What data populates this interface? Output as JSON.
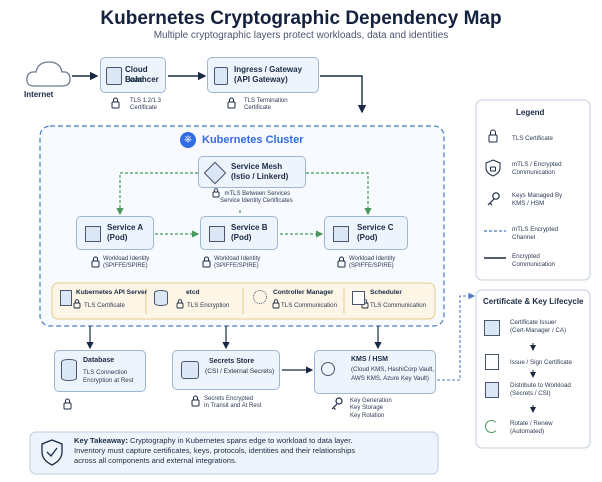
{
  "title": "Kubernetes Cryptographic Dependency Map",
  "subtitle": "Multiple cryptographic layers protect workloads, data and identities",
  "internet": "Internet",
  "edge": {
    "lb": {
      "title_1": "Cloud Load",
      "title_2": "Balancer",
      "note_1": "TLS 1.2/1.3",
      "note_2": "Certificate"
    },
    "ingress": {
      "title_1": "Ingress / Gateway",
      "title_2": "(API Gateway)",
      "note_1": "TLS Termination",
      "note_2": "Certificate"
    }
  },
  "cluster": {
    "title": "Kubernetes Cluster",
    "mesh": {
      "title_1": "Service Mesh",
      "title_2": "(Istio / Linkerd)",
      "note_1": "mTLS Between Services",
      "note_2": "Service Identity Certificates"
    },
    "services": [
      {
        "title_1": "Service A",
        "title_2": "(Pod)",
        "note_1": "Workload Identity",
        "note_2": "(SPIFFE/SPIRE)"
      },
      {
        "title_1": "Service B",
        "title_2": "(Pod)",
        "note_1": "Workload Identity",
        "note_2": "(SPIFFE/SPIRE)"
      },
      {
        "title_1": "Service C",
        "title_2": "(Pod)",
        "note_1": "Workload Identity",
        "note_2": "(SPIFFE/SPIRE)"
      }
    ],
    "control_plane": [
      {
        "title": "Kubernetes API Server",
        "note": "TLS Certificate"
      },
      {
        "title": "etcd",
        "note": "TLS Encryption"
      },
      {
        "title": "Controller Manager",
        "note": "TLS Communication"
      },
      {
        "title": "Scheduler",
        "note": "TLS Communication"
      }
    ]
  },
  "stores": {
    "database": {
      "title": "Database",
      "note_1": "TLS Connection",
      "note_2": "Encryption at Rest"
    },
    "secrets": {
      "title_1": "Secrets Store",
      "title_2": "(CSI / External Secrets)",
      "note_1": "Secrets Encrypted",
      "note_2": "In Transit and At Rest"
    },
    "kms": {
      "title": "KMS / HSM",
      "sub_1": "(Cloud KMS, HashiCorp Vault,",
      "sub_2": "AWS KMS, Azure Key Vault)",
      "note_1": "Key Generation",
      "note_2": "Key Storage",
      "note_3": "Key Rotation"
    }
  },
  "legend": {
    "title": "Legend",
    "items": [
      {
        "label_1": "TLS Certificate",
        "label_2": ""
      },
      {
        "label_1": "mTLS / Encrypted",
        "label_2": "Communication"
      },
      {
        "label_1": "Keys Managed By",
        "label_2": "KMS / HSM"
      },
      {
        "label_1": "mTLS Encrypted",
        "label_2": "Channel"
      },
      {
        "label_1": "Encrypted",
        "label_2": "Communication"
      }
    ]
  },
  "lifecycle": {
    "title": "Certificate & Key Lifecycle",
    "steps": [
      {
        "label_1": "Certificate Issuer",
        "label_2": "(Cert-Manager / CA)"
      },
      {
        "label_1": "Issue / Sign Certificate",
        "label_2": ""
      },
      {
        "label_1": "Distribute to Workload",
        "label_2": "(Secrets / CSI)"
      },
      {
        "label_1": "Rotate / Renew",
        "label_2": "(Automated)"
      }
    ]
  },
  "takeaway": {
    "bold": "Key Takeaway:",
    "line_1": " Cryptography in Kubernetes spans edge to workload to data layer.",
    "line_2": "Inventory must capture certificates, keys, protocols, identities and their relationships",
    "line_3": "across all components and external integrations."
  },
  "colors": {
    "accent": "#326ce5",
    "box": "#eef4fb",
    "border": "#9fb6d2",
    "cp_bg": "#fdf6e7",
    "cp_border": "#e8c98a",
    "green": "#4a9a5b"
  }
}
